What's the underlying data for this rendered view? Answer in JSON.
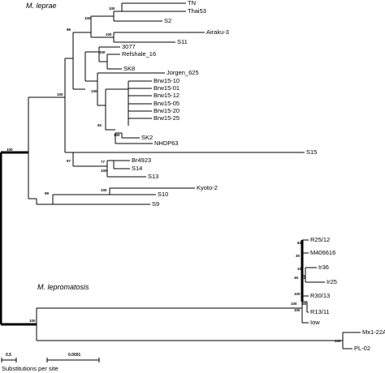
{
  "clades": {
    "leprae": "M. leprae",
    "lepromatosis": "M. lepromatosis"
  },
  "leaves": {
    "tn": "TN",
    "thai53": "Thai53",
    "s2": "S2",
    "airaku3": "Airaku-3",
    "s11": "S11",
    "l3077": "3077",
    "refshale16": "Refshale_16",
    "sk8": "SK8",
    "jorgen625": "Jorgen_625",
    "brw1510": "Brw15-10",
    "brw1501": "Brw15-01",
    "brw1512": "Brw15-12",
    "brw1505": "Brw15-05",
    "brw1520": "Brw15-20",
    "brw1525": "Brw15-25",
    "sk2": "SK2",
    "nhdp63": "NHDP63",
    "s15": "S15",
    "br4923": "Br4923",
    "s14": "S14",
    "s13": "S13",
    "kyoto2": "Kyoto-2",
    "s10": "S10",
    "s9": "S9",
    "r2512": "R25/12",
    "m406616": "M406616",
    "ir36": "Ir36",
    "ir25": "Ir25",
    "r3013": "R30/13",
    "r1311": "R13/11",
    "iow": "Iow",
    "mx122a": "Mx1-22A",
    "pl02": "PL-02"
  },
  "bootstrap": {
    "b_root": "100",
    "b_leprae_top": "100",
    "b_tn_thai": "100",
    "b_grp1": "100",
    "b_grp2": "100",
    "b_sk8pair": "100",
    "b_upper96": "96",
    "b_brw": "100",
    "b_brw92": "92",
    "b_grp3": "100",
    "b_s15": "97",
    "b_br77": "77",
    "b_s14pair": "100",
    "b_s10s9": "99",
    "b_kyoto": "100",
    "b_lep_root": "100",
    "b_lep_inner": "100",
    "b_mx": "100",
    "b_r25": "82",
    "b_lep30": "30",
    "b_ir": "100",
    "b_ir72": "72",
    "b_46": "46",
    "b_r30": "100",
    "b_58": "58",
    "b_r13": "100"
  },
  "scale": {
    "bar1": "0.5",
    "bar2": "0.0001",
    "caption": "Substitutions per site"
  }
}
